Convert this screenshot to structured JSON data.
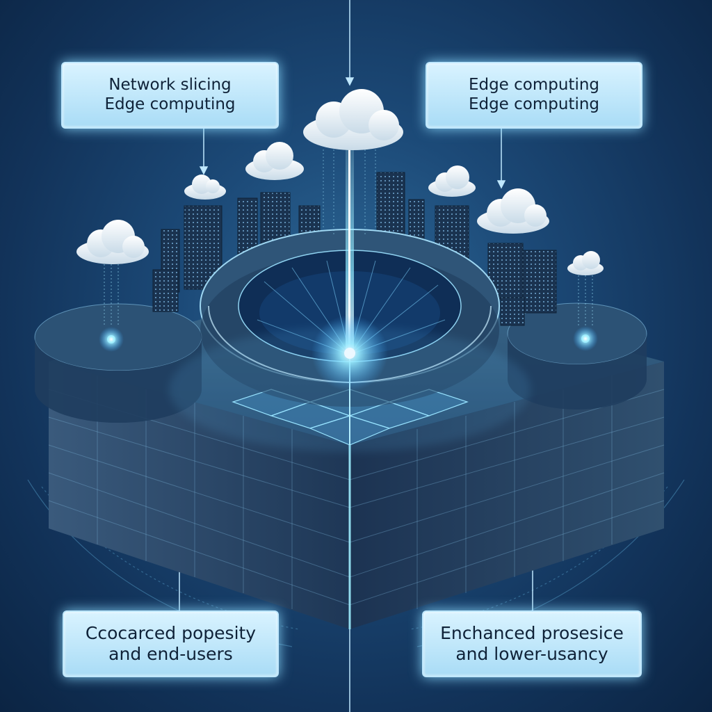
{
  "callouts": {
    "top_left": {
      "line1": "Network slicing",
      "line2": "Edge computing"
    },
    "top_right": {
      "line1": "Edge computing",
      "line2": "Edge computing"
    },
    "bottom_left": {
      "line1": "Ccocarced popesity",
      "line2": "and  end-users"
    },
    "bottom_right": {
      "line1": "Enchanced prosesice",
      "line2": "and lower-usancy"
    }
  },
  "colors": {
    "background_dark": "#0b2443",
    "background_mid": "#1c4a78",
    "callout_fill": "#bfe7fb",
    "callout_border": "#bfe8ff",
    "glow": "#7fe3ff",
    "platform_top": "#2a4f72",
    "server_face": "#1e3a5e"
  },
  "icons": [
    "cloud-icon",
    "data-beam",
    "server-rack",
    "building-icon"
  ]
}
